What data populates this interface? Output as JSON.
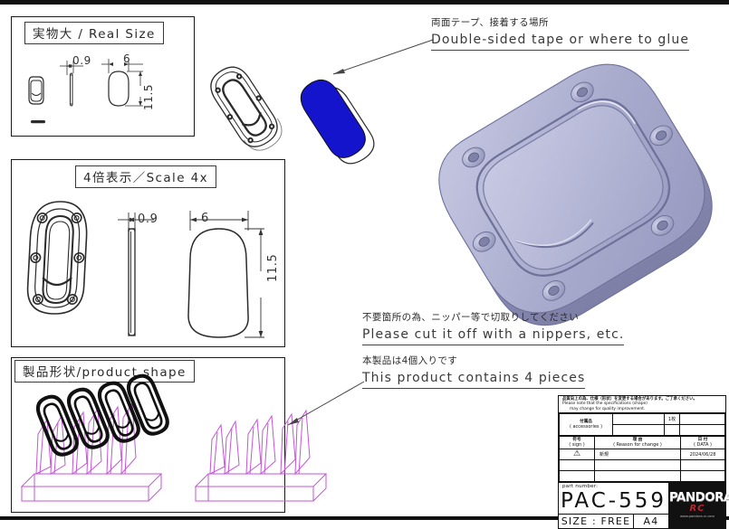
{
  "document": {
    "sheet_size": "A4",
    "part_number": "PAC-559",
    "size_label": "SIZE : FREE"
  },
  "panels": {
    "real_size": {
      "caption": "実物大  /  Real Size",
      "dimensions": {
        "thickness": "0.9",
        "width": "6",
        "height": "11.5"
      }
    },
    "scale_4x": {
      "caption": "4倍表示／Scale  4x",
      "dimensions": {
        "thickness": "0.9",
        "width": "6",
        "height": "11.5"
      }
    },
    "product_shape": {
      "caption": "製品形状/product shape"
    }
  },
  "annotations": {
    "tape": {
      "jp": "両面テープ、接着する場所",
      "en": "Double-sided tape or where to glue"
    },
    "nippers": {
      "jp": "不要箇所の為、ニッパー等で切取りしてください",
      "en": "Please cut it off with a nippers, etc."
    },
    "pieces": {
      "jp": "本製品は4個入りです",
      "en": "This product contains 4 pieces"
    }
  },
  "title_block": {
    "note_jp": "品質向上の為、仕様（形状）を変更する場合があります。ご了承ください。",
    "note_en_line1": "Please note that the specifications (shape)",
    "note_en_line2": "may change for quality improvement.",
    "sheets": "1枚",
    "accessories_jp": "付属品",
    "accessories_en": "( accessories )",
    "columns": {
      "sign_jp": "符号",
      "sign_en": "( sign )",
      "reason_jp": "理 由",
      "reason_en": "( Reason for change )",
      "date_jp": "日 付",
      "date_en": "( DATA )"
    },
    "revisions": [
      {
        "sign": "⚠",
        "reason": "新規",
        "date": "2024/06/28"
      }
    ],
    "part_number_label": "part number:",
    "part_number_value": "PAC-559",
    "size_label": "SIZE : FREE",
    "paper_label": "A4",
    "logo": {
      "brand": "PANDORA",
      "sub": "RC",
      "url": "www.pandora-rc.com"
    }
  },
  "colors": {
    "tape_blue": "#1414cc",
    "sprue_magenta": "#c455d8",
    "render_body": "#a9abcd",
    "render_light": "#c3c5e0",
    "render_dark": "#8b8db3",
    "line": "#2b2b2b"
  }
}
